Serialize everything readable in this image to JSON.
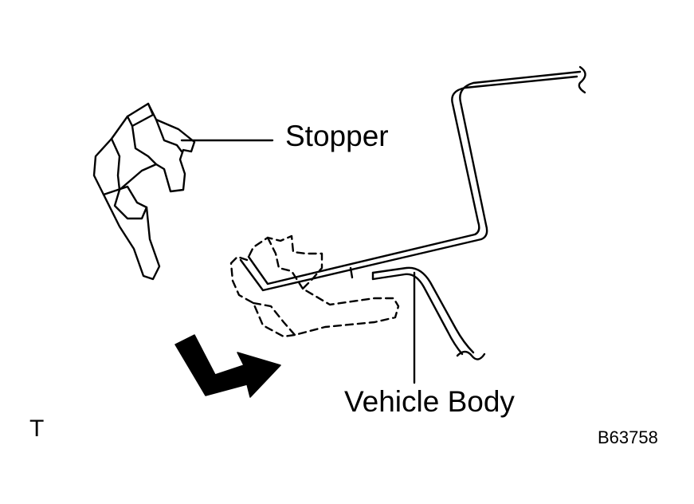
{
  "diagram": {
    "labels": {
      "stopper": "Stopper",
      "vehicle_body": "Vehicle Body",
      "view_mark": "T",
      "figure_code": "B63758"
    },
    "colors": {
      "ink": "#000000",
      "paper": "#ffffff"
    },
    "parts": [
      "stopper-clip",
      "vehicle-body-panel",
      "installed-clip-dashed",
      "direction-arrow"
    ]
  }
}
